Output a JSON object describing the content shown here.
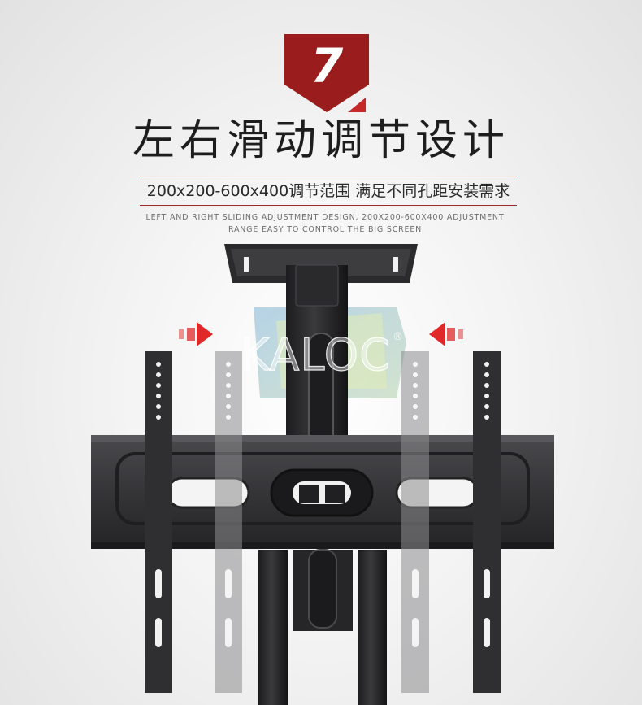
{
  "badge": {
    "number": "7",
    "color": "#9b1c1c"
  },
  "title": "左右滑动调节设计",
  "subtitle": "200x200-600x400调节范围 满足不同孔距安装需求",
  "english": {
    "line1": "LEFT AND RIGHT SLIDING ADJUSTMENT DESIGN, 200X200-600X400 ADJUSTMENT",
    "line2": "RANGE EASY TO CONTROL THE BIG SCREEN"
  },
  "watermark": {
    "brand": "KALOC",
    "registered_mark": "®"
  },
  "colors": {
    "accent_red": "#9b1c1c",
    "arrow_red": "#e02828",
    "metal": "#2f2f31"
  },
  "icons": {
    "left_arrow": "arrow-right-icon",
    "right_arrow": "arrow-left-icon"
  }
}
